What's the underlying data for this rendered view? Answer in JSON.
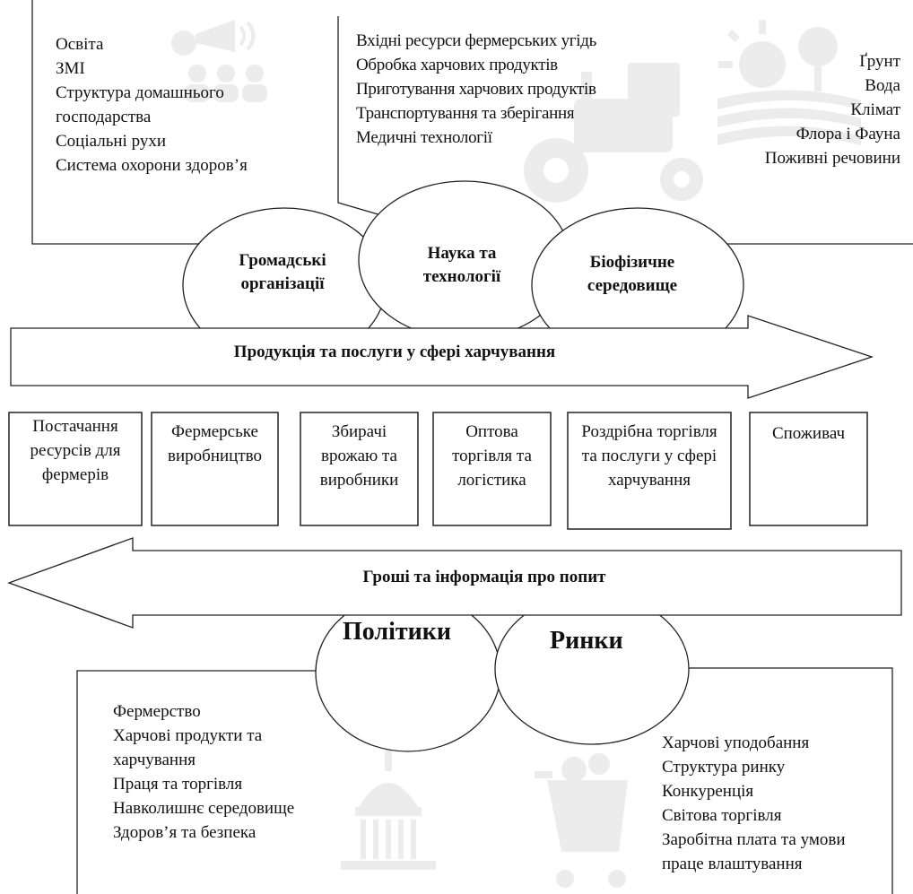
{
  "social": {
    "title": "Громадські організації",
    "items": [
      "Освіта",
      "ЗМІ",
      "Структура домашнього",
      "господарства",
      "Соціальні рухи",
      "Система охорони здоров’я"
    ]
  },
  "science": {
    "title": "Наука та технології",
    "items": [
      "Вхідні ресурси фермерських угідь",
      "Обробка харчових продуктів",
      "Приготування харчових продуктів",
      "Транспортування та зберігання",
      "Медичні технології"
    ]
  },
  "biophysical": {
    "title": "Біофізичне середовище",
    "items": [
      "Ґрунт",
      "Вода",
      "Клімат",
      "Флора і Фауна",
      "Поживні речовини"
    ]
  },
  "arrows": {
    "forward": "Продукція та послуги у сфері харчування",
    "backward": "Гроші та інформація про попит"
  },
  "chain": [
    "Постачання ресурсів для фермерів",
    "Фермерське виробництво",
    "Збирачі врожаю та виробники",
    "Оптова торгівля та логістика",
    "Роздрібна торгівля та послуги у сфері харчування",
    "Споживач"
  ],
  "policies": {
    "title": "Політики",
    "items": [
      "Фермерство",
      "Харчові продукти та",
      "харчування",
      "Праця та торгівля",
      "Навколишнє середовище",
      "Здоров’я та безпека"
    ]
  },
  "markets": {
    "title": "Ринки",
    "items": [
      "Харчові уподобання",
      "Структура ринку",
      "Конкуренція",
      "Світова торгівля",
      "Заробітна плата та умови",
      "праце влаштування"
    ]
  },
  "watermark_icons": [
    "audience-speaker-icon",
    "tractor-icon",
    "sun-field-icon",
    "capitol-building-icon",
    "shopping-cart-icon"
  ]
}
